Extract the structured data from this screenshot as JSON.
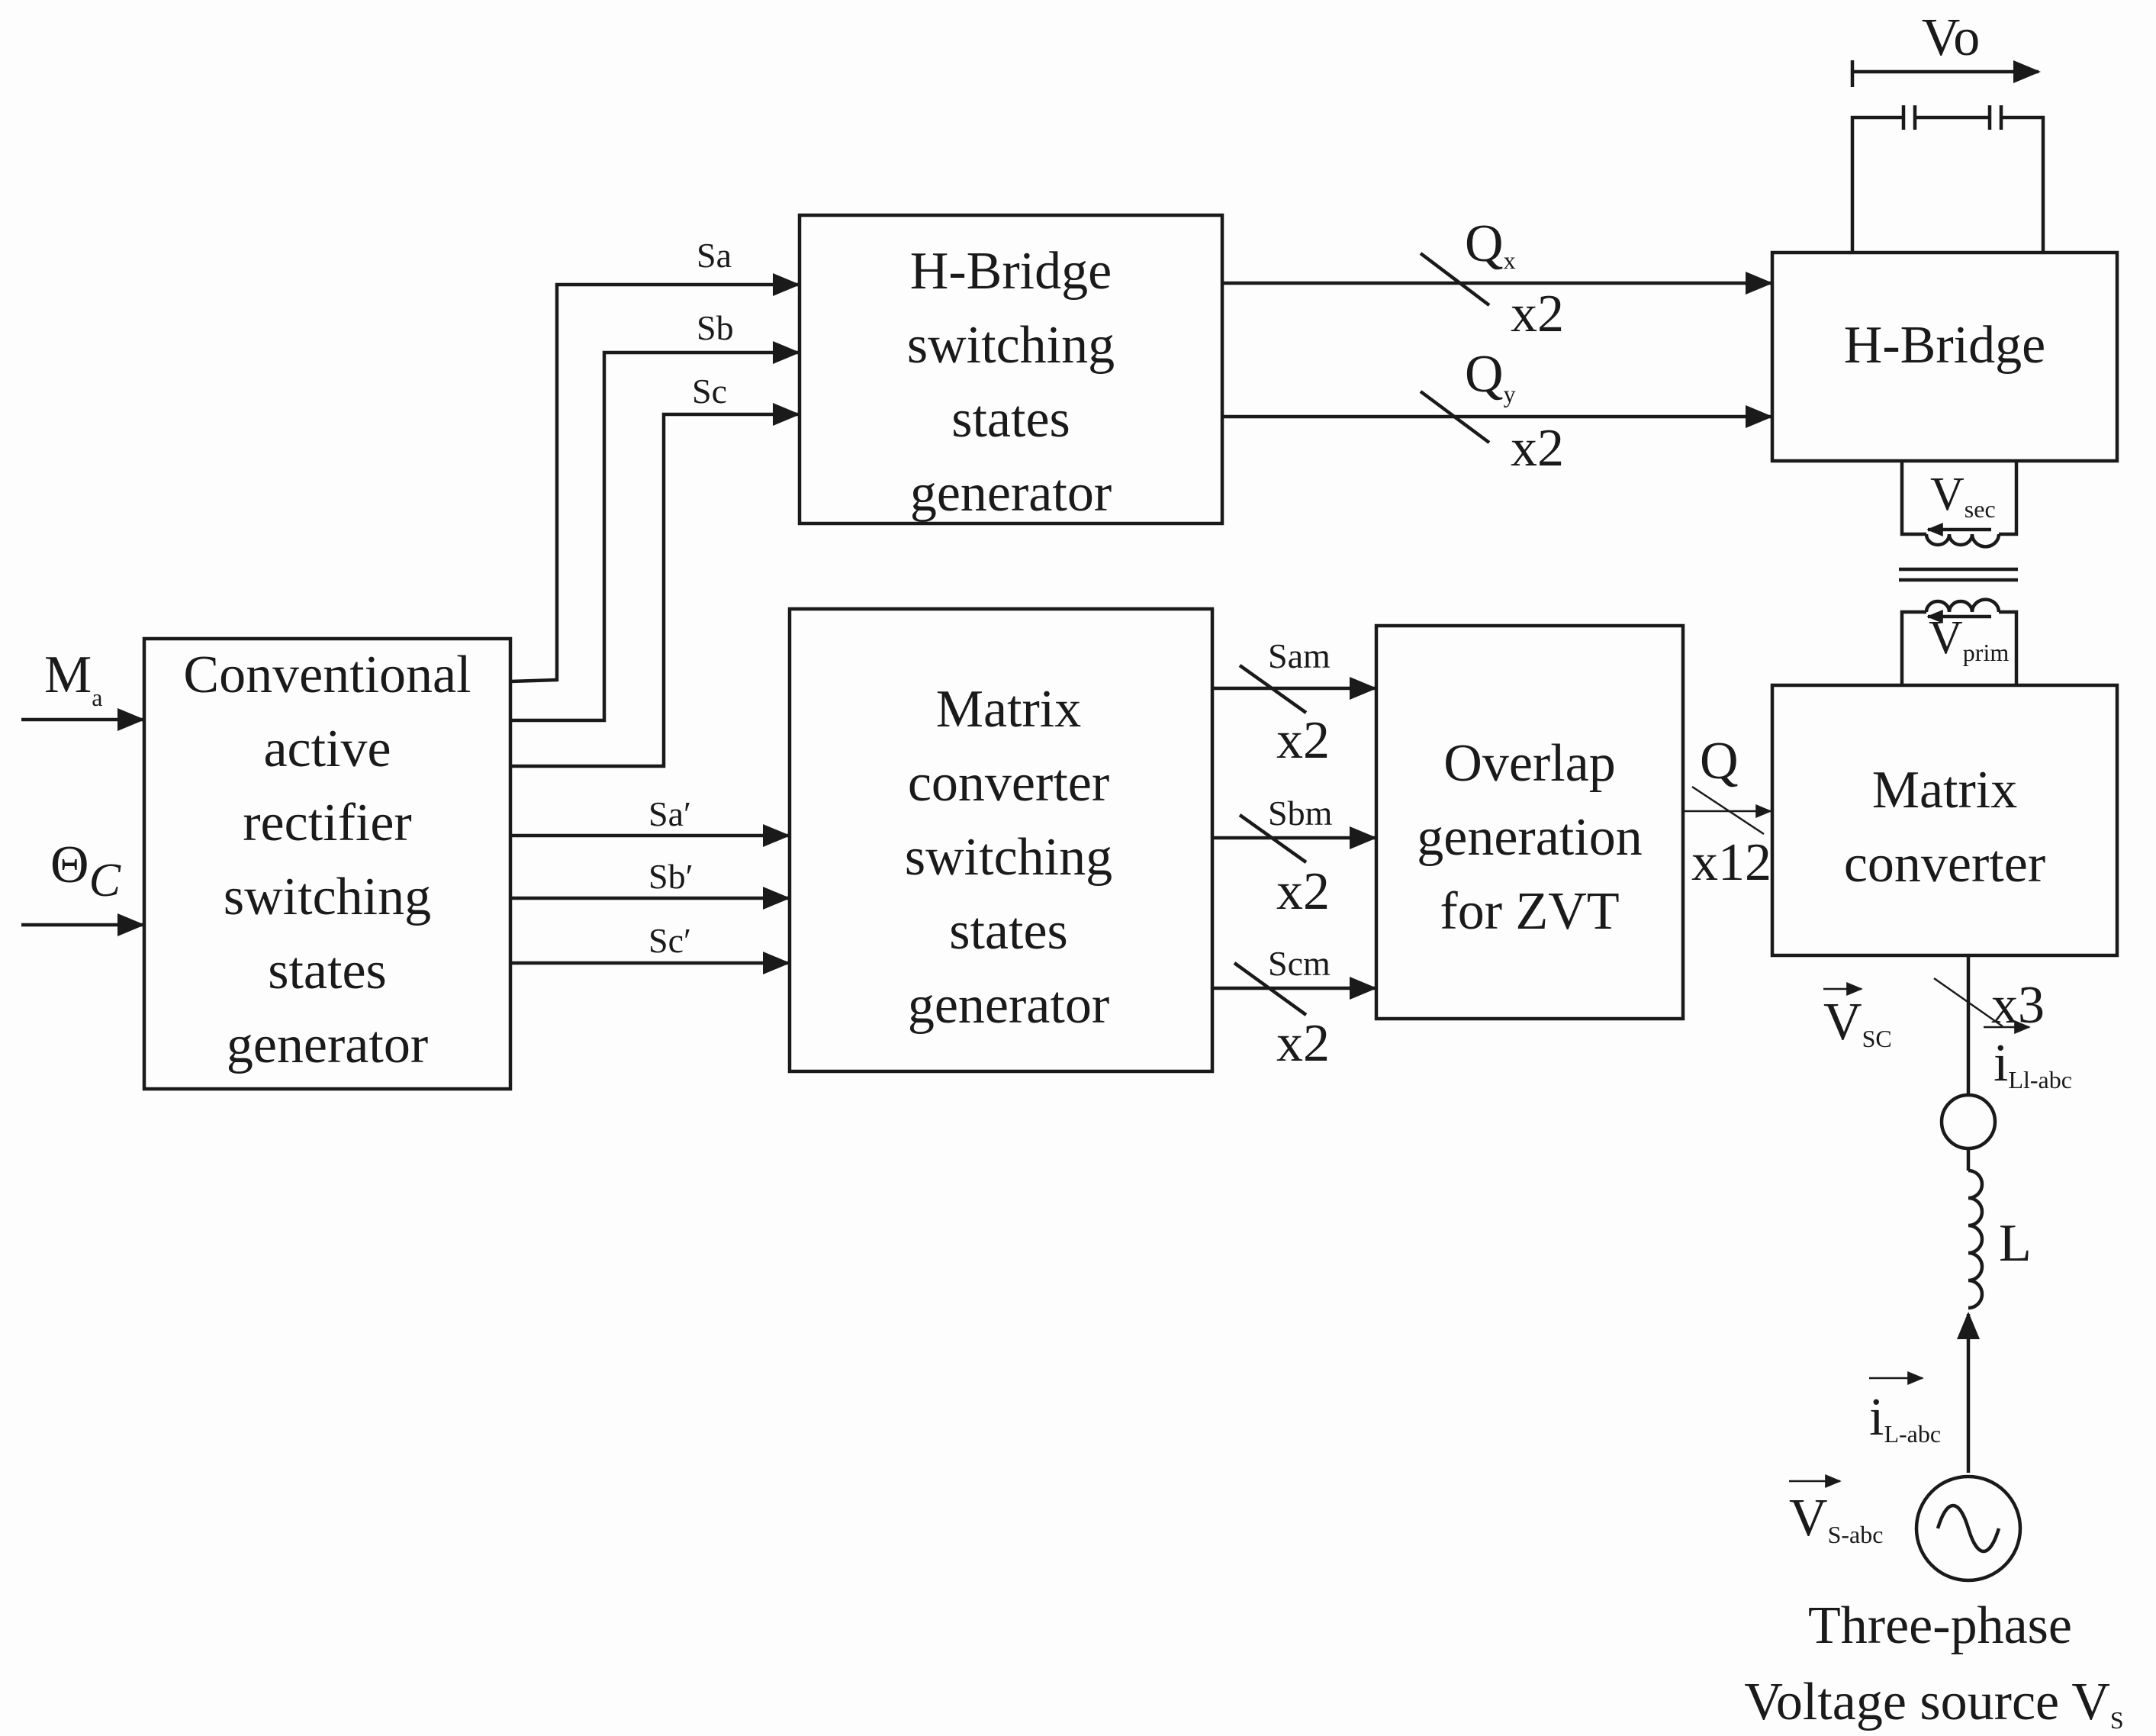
{
  "blocks": {
    "rectifier": [
      "Conventional",
      "active",
      "rectifier",
      "switching",
      "states",
      "generator"
    ],
    "hbridge_gen": [
      "H-Bridge",
      "switching",
      "states",
      "generator"
    ],
    "matrix_gen": [
      "Matrix",
      "converter",
      "switching",
      "states",
      "generator"
    ],
    "overlap": [
      "Overlap",
      "generation",
      "for ZVT"
    ],
    "hbridge": [
      "H-Bridge"
    ],
    "matrix": [
      "Matrix",
      "converter"
    ]
  },
  "inputs": {
    "ma": {
      "main": "M",
      "sub": "a"
    },
    "theta": {
      "main": "Θ",
      "sub": "C"
    }
  },
  "signals": {
    "sa": "Sa",
    "sb": "Sb",
    "sc": "Sc",
    "sa_p": "Sa′",
    "sb_p": "Sb′",
    "sc_p": "Sc′",
    "sam": "Sam",
    "sbm": "Sbm",
    "scm": "Scm",
    "x2": "x2",
    "x12": "x12",
    "x3": "x3",
    "q": "Q",
    "qx": {
      "main": "Q",
      "sub": "x"
    },
    "qy": {
      "main": "Q",
      "sub": "y"
    }
  },
  "circuit": {
    "vo": "Vo",
    "vsec": {
      "main": "V",
      "sub": "sec"
    },
    "vprim": {
      "main": "V",
      "sub": "prim"
    },
    "vsc": {
      "main": "V",
      "sub": "SC"
    },
    "ill": {
      "main": "i",
      "sub": "Ll-abc"
    },
    "il": {
      "main": "i",
      "sub": "L-abc"
    },
    "vs_abc": {
      "main": "V",
      "sub": "S-abc"
    },
    "inductor": "L",
    "source_line1": "Three-phase",
    "source_line2": {
      "main": "Voltage source V",
      "sub": "S"
    }
  }
}
